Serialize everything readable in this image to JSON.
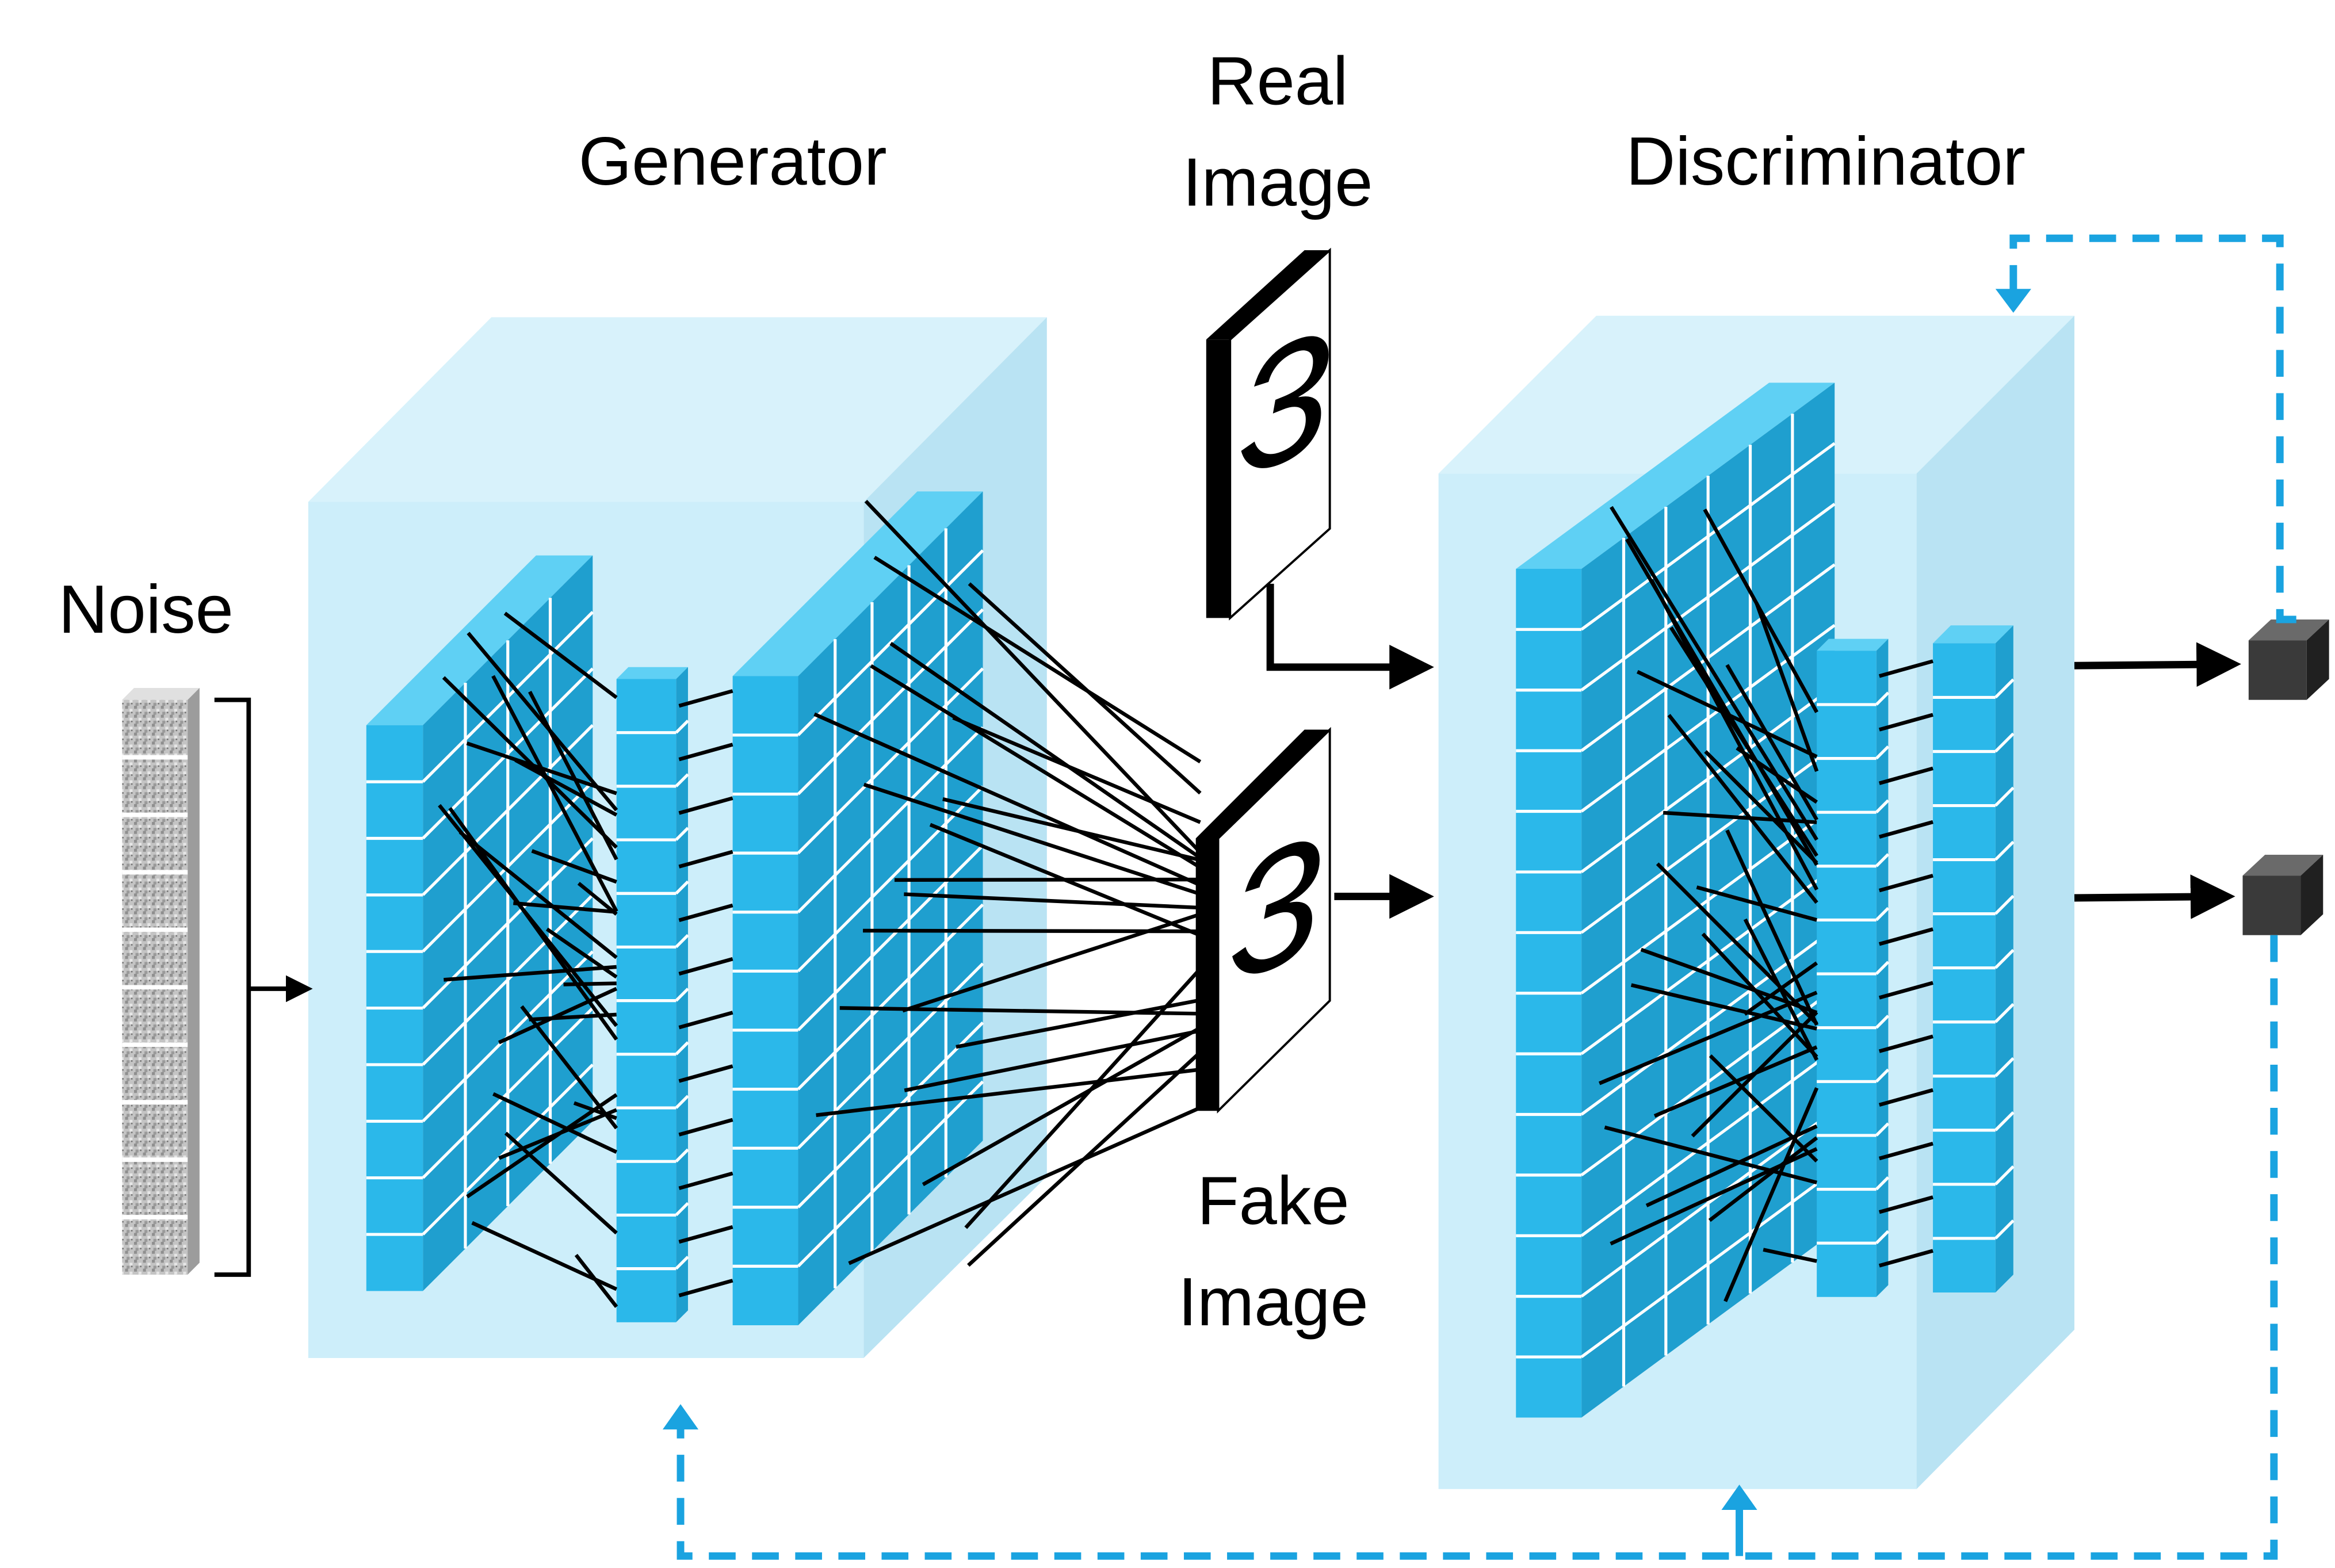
{
  "labels": {
    "noise": "Noise",
    "generator": "Generator",
    "discriminator": "Discriminator",
    "real_image_line1": "Real",
    "real_image_line2": "Image",
    "fake_image_line1": "Fake",
    "fake_image_line2": "Image"
  },
  "digit": "3",
  "colors": {
    "box_fill": "#cdeefa",
    "box_side": "#b7e1f2",
    "layer_front": "#2bb8ea",
    "layer_side": "#1f9fcf",
    "layer_top": "#5fd0f4",
    "feedback": "#1aa3e0",
    "output_cube": "#3a3a3a"
  }
}
